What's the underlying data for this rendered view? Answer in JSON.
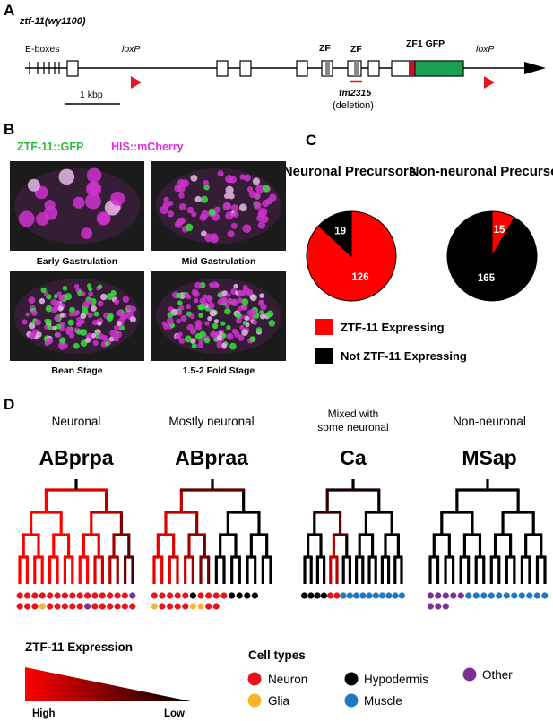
{
  "panels": {
    "a": "A",
    "b": "B",
    "c": "C",
    "d": "D"
  },
  "panelA": {
    "title": "ztf-11(wy1100)",
    "eboxes": "E-boxes",
    "loxp1": "loxP",
    "loxp2": "loxP",
    "zf1": "ZF",
    "zf2": "ZF",
    "zf3": "ZF1 GFP",
    "scale": "1 kbp",
    "allele": "tm2315",
    "deletion": "(deletion)"
  },
  "panelB": {
    "legend_green": "ZTF-11::GFP",
    "legend_magenta": "HIS::mCherry",
    "captions": [
      "Early Gastrulation",
      "Mid Gastrulation",
      "Bean Stage",
      "1.5-2 Fold Stage"
    ]
  },
  "chart_data": [
    {
      "type": "pie",
      "title": "Neuronal Precursors",
      "labels": [
        "ZTF-11 Expressing",
        "Not ZTF-11 Expressing"
      ],
      "values": [
        126,
        19
      ],
      "colors": [
        "#ff0000",
        "#000000"
      ]
    },
    {
      "type": "pie",
      "title": "Non-neuronal Precursors",
      "labels": [
        "ZTF-11 Expressing",
        "Not ZTF-11 Expressing"
      ],
      "values": [
        15,
        165
      ],
      "colors": [
        "#ff0000",
        "#000000"
      ]
    }
  ],
  "pie_legend": [
    "ZTF-11 Expressing",
    "Not ZTF-11 Expressing"
  ],
  "panelD": {
    "lineages": [
      {
        "category": "Neuronal",
        "name": "ABprpa"
      },
      {
        "category": "Mostly neuronal",
        "name": "ABpraa"
      },
      {
        "category": "Mixed with some neuronal",
        "name": "Ca"
      },
      {
        "category": "Non-neuronal",
        "name": "MSap"
      }
    ],
    "expression_title": "ZTF-11 Expression",
    "high": "High",
    "low": "Low",
    "celltypes_title": "Cell types",
    "celltypes": [
      {
        "label": "Neuron",
        "color": "#e8141c"
      },
      {
        "label": "Glia",
        "color": "#f7b62a"
      },
      {
        "label": "Hypodermis",
        "color": "#000000"
      },
      {
        "label": "Muscle",
        "color": "#1f78c1"
      },
      {
        "label": "Other",
        "color": "#7b3294"
      }
    ]
  }
}
